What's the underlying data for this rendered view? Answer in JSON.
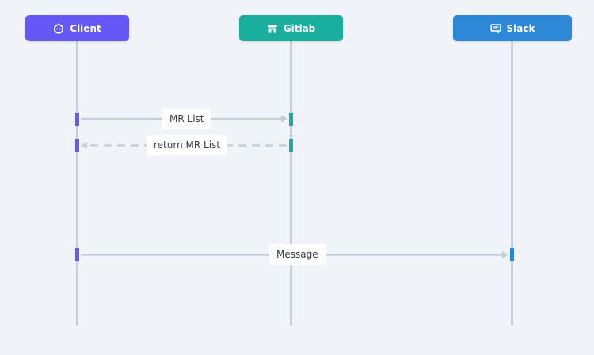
{
  "actors": [
    {
      "name": "Client",
      "icon": "robot-icon",
      "color": "#6558f5"
    },
    {
      "name": "Gitlab",
      "icon": "store-icon",
      "color": "#1aae9f"
    },
    {
      "name": "Slack",
      "icon": "chat-icon",
      "color": "#2d88d8"
    }
  ],
  "messages": [
    {
      "label": "MR List",
      "from": "Client",
      "to": "Gitlab",
      "style": "solid"
    },
    {
      "label": "return MR List",
      "from": "Gitlab",
      "to": "Client",
      "style": "dashed"
    },
    {
      "label": "Message",
      "from": "Client",
      "to": "Slack",
      "style": "solid"
    }
  ],
  "colors": {
    "background": "#f0f3f7",
    "lifeline": "#c4cfda",
    "arrow": "#c4cfda",
    "label_bg": "#ffffff",
    "label_text": "#333a44"
  }
}
